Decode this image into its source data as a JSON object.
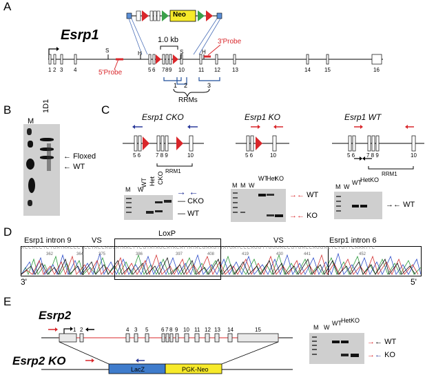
{
  "panels": {
    "a": "A",
    "b": "B",
    "c": "C",
    "d": "D",
    "e": "E"
  },
  "a": {
    "gene": "Esrp1",
    "neo": "Neo",
    "scale": "1.0 kb",
    "probe5": "5'Probe",
    "probe3": "3'Probe",
    "rrms": "RRMs",
    "rrm_nums": [
      "1",
      "2",
      "3"
    ],
    "sites": {
      "s1": "S",
      "h1": "H",
      "s2": "S",
      "h2": "H"
    },
    "exons": [
      "1",
      "2",
      "3",
      "4",
      "5",
      "6",
      "7",
      "8",
      "9",
      "10",
      "11",
      "12",
      "13",
      "14",
      "15",
      "16"
    ]
  },
  "b": {
    "lane_m": "M",
    "lane_1d1": "1D1",
    "floxed": "Floxed",
    "wt": "WT"
  },
  "c": {
    "cko_title": "Esrp1 CKO",
    "ko_title": "Esrp1 KO",
    "wt_title": "Esrp1 WT",
    "rrm1": "RRM1",
    "ex_56": "5 6",
    "ex_789": "7 8 9",
    "ex_10": "10",
    "gel1_lanes": [
      "M",
      "W",
      "WT",
      "Het",
      "CKO"
    ],
    "gel1_labels": {
      "cko": "CKO",
      "wt": "WT"
    },
    "gel2_lanes": [
      "M",
      "M",
      "W",
      "WT",
      "Het",
      "KO"
    ],
    "gel2_labels": {
      "wt": "WT",
      "ko": "KO"
    },
    "gel3_lanes": [
      "M",
      "W",
      "WT",
      "Het",
      "KO"
    ],
    "gel3_labels": {
      "wt": "WT"
    }
  },
  "d": {
    "labels": [
      "Esrp1 intron 9",
      "VS",
      "LoxP",
      "VS",
      "Esrp1 intron 6"
    ],
    "left_end": "3'",
    "right_end": "5'",
    "seq_nums": [
      "362",
      "364",
      "375",
      "386",
      "397",
      "408",
      "419",
      "430",
      "441",
      "452"
    ]
  },
  "e": {
    "gene": "Esrp2",
    "ko": "Esrp2 KO",
    "lacz": "LacZ",
    "pgkneo": "PGK-Neo",
    "exons": [
      "1",
      "2",
      "4",
      "3",
      "5",
      "6",
      "7",
      "8",
      "9",
      "10",
      "11",
      "12",
      "13",
      "14",
      "15"
    ],
    "gel_lanes": [
      "M",
      "W",
      "WT",
      "Het",
      "KO"
    ],
    "gel_labels": {
      "wt": "WT",
      "ko": "KO"
    }
  },
  "colors": {
    "red": "#d9262a",
    "blue": "#2b3a9a",
    "neo_yellow": "#f7ea2a",
    "lacz_blue": "#3f7ccc",
    "green": "#3aa04a",
    "gel": "#cfcfcf"
  }
}
